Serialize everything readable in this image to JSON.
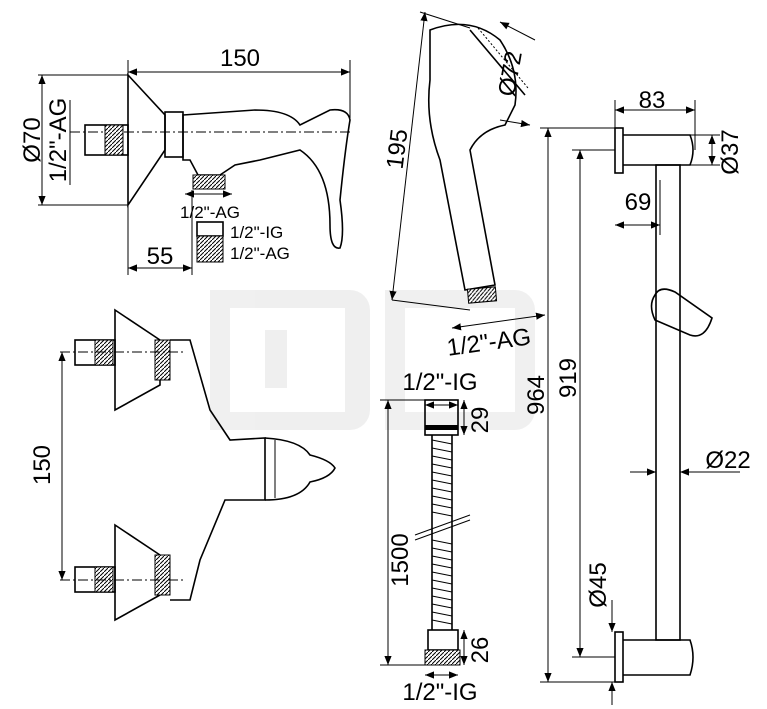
{
  "mixer_top": {
    "width": "150",
    "diameter": "Ø70",
    "wall_thread": "1/2\"-AG",
    "outlet_thread": "1/2\"-AG",
    "adapter_in": "1/2\"-IG",
    "adapter_out": "1/2\"-AG",
    "depth": "55"
  },
  "mixer_front": {
    "spacing": "150"
  },
  "hand_shower": {
    "length": "195",
    "head_diameter": "Ø72",
    "thread": "1/2\"-AG"
  },
  "hose": {
    "top_thread": "1/2\"-IG",
    "top_nut": "29",
    "length": "1500",
    "bottom_nut": "26",
    "bottom_thread": "1/2\"-IG"
  },
  "rail": {
    "bracket_depth": "83",
    "bracket_diameter": "Ø37",
    "offset": "69",
    "total_height": "964",
    "centers": "919",
    "bar_diameter": "Ø22",
    "base_diameter": "Ø45"
  }
}
